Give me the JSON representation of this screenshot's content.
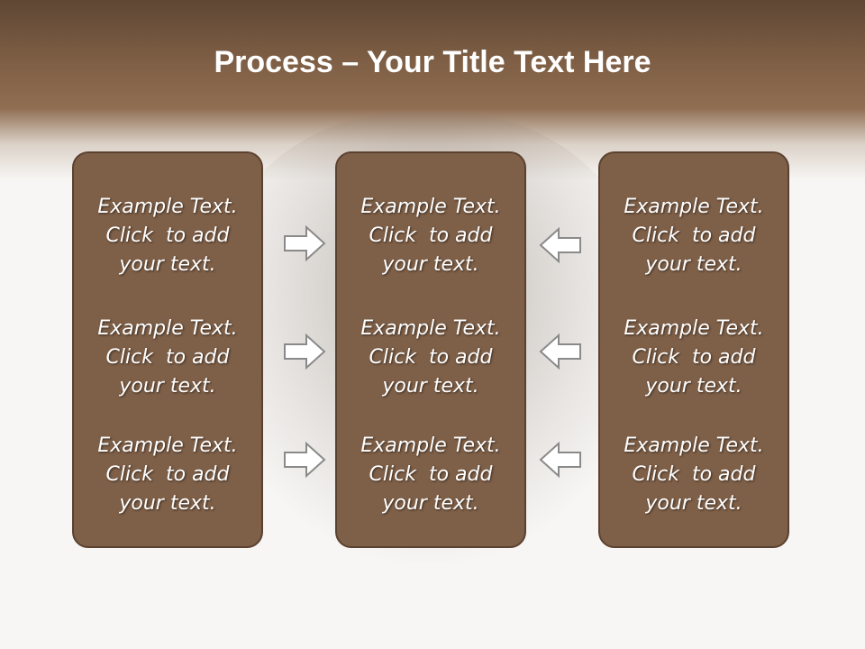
{
  "slide": {
    "title_bold": "Process",
    "title_rest": " – Your Title Text Here"
  },
  "columns": [
    {
      "items": [
        {
          "line1": "Example Text.",
          "line2": "Click  to add",
          "line3": "your text."
        },
        {
          "line1": "Example Text.",
          "line2": "Click  to add",
          "line3": "your text."
        },
        {
          "line1": "Example Text.",
          "line2": "Click  to add",
          "line3": "your text."
        }
      ]
    },
    {
      "items": [
        {
          "line1": "Example Text.",
          "line2": "Click  to add",
          "line3": "your text."
        },
        {
          "line1": "Example Text.",
          "line2": "Click  to add",
          "line3": "your text."
        },
        {
          "line1": "Example Text.",
          "line2": "Click  to add",
          "line3": "your text."
        }
      ]
    },
    {
      "items": [
        {
          "line1": "Example Text.",
          "line2": "Click  to add",
          "line3": "your text."
        },
        {
          "line1": "Example Text.",
          "line2": "Click  to add",
          "line3": "your text."
        },
        {
          "line1": "Example Text.",
          "line2": "Click  to add",
          "line3": "your text."
        }
      ]
    }
  ],
  "arrows": {
    "left_group": "right-arrow-icon",
    "right_group": "left-arrow-icon"
  },
  "colors": {
    "box_fill": "#7e5f47",
    "box_border": "#5b4130",
    "header": "#7f5f45"
  }
}
